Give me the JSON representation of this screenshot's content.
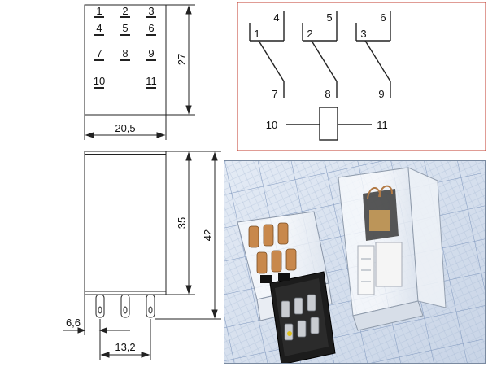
{
  "top_view": {
    "pins": [
      "1",
      "2",
      "3",
      "4",
      "5",
      "6",
      "7",
      "8",
      "9",
      "10",
      "11"
    ],
    "dim_width": "20,5",
    "dim_height": "27"
  },
  "side_view": {
    "dim_body_height": "35",
    "dim_total_height": "42",
    "dim_pin_offset": "6,6",
    "dim_pin_spacing": "13,2"
  },
  "schematic": {
    "contact_commons": [
      "1",
      "2",
      "3"
    ],
    "contact_upper": [
      "4",
      "5",
      "6"
    ],
    "contact_lower": [
      "7",
      "8",
      "9"
    ],
    "coil_left": "10",
    "coil_right": "11",
    "border_color": "#c0392b"
  }
}
